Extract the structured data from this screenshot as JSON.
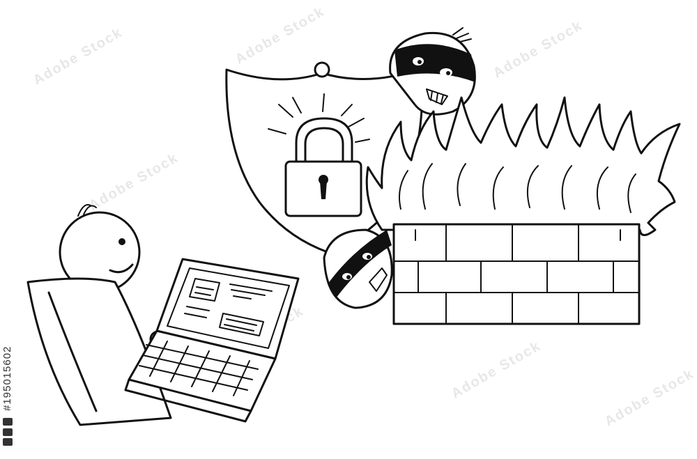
{
  "image": {
    "side_label": "#195015602",
    "watermark_text": "Adobe Stock",
    "logo": "adobe-stock-logo",
    "icons": [
      "padlock-icon",
      "shield-icon",
      "flame-icon",
      "brick-wall-icon",
      "laptop-icon"
    ],
    "colors": {
      "ink": "#111111",
      "background": "#ffffff"
    }
  }
}
